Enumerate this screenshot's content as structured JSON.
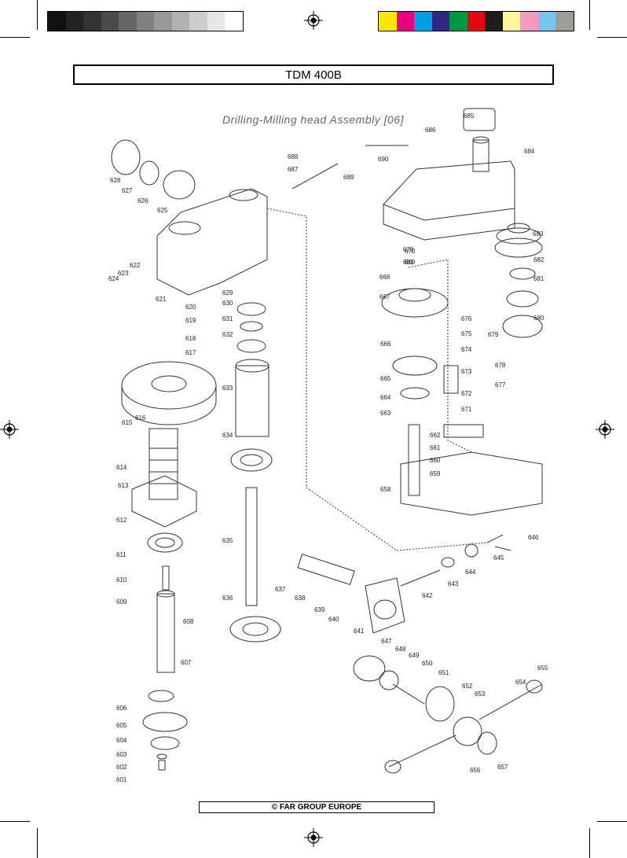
{
  "header": {
    "title": "TDM 400B"
  },
  "diagram": {
    "title": "Drilling-Milling head Assembly [06]",
    "parts": [
      {
        "label": "628"
      },
      {
        "label": "627"
      },
      {
        "label": "626"
      },
      {
        "label": "625"
      },
      {
        "label": "624"
      },
      {
        "label": "623"
      },
      {
        "label": "622"
      },
      {
        "label": "621"
      },
      {
        "label": "620"
      },
      {
        "label": "619"
      },
      {
        "label": "618"
      },
      {
        "label": "617"
      },
      {
        "label": "616"
      },
      {
        "label": "615"
      },
      {
        "label": "614"
      },
      {
        "label": "613"
      },
      {
        "label": "612"
      },
      {
        "label": "611"
      },
      {
        "label": "610"
      },
      {
        "label": "609"
      },
      {
        "label": "608"
      },
      {
        "label": "607"
      },
      {
        "label": "606"
      },
      {
        "label": "605"
      },
      {
        "label": "604"
      },
      {
        "label": "603"
      },
      {
        "label": "602"
      },
      {
        "label": "601"
      },
      {
        "label": "629"
      },
      {
        "label": "630"
      },
      {
        "label": "631"
      },
      {
        "label": "632"
      },
      {
        "label": "633"
      },
      {
        "label": "634"
      },
      {
        "label": "635"
      },
      {
        "label": "636"
      },
      {
        "label": "637"
      },
      {
        "label": "638"
      },
      {
        "label": "639"
      },
      {
        "label": "640"
      },
      {
        "label": "641"
      },
      {
        "label": "642"
      },
      {
        "label": "643"
      },
      {
        "label": "644"
      },
      {
        "label": "645"
      },
      {
        "label": "646"
      },
      {
        "label": "647"
      },
      {
        "label": "648"
      },
      {
        "label": "649"
      },
      {
        "label": "650"
      },
      {
        "label": "651"
      },
      {
        "label": "652"
      },
      {
        "label": "653"
      },
      {
        "label": "654"
      },
      {
        "label": "655"
      },
      {
        "label": "656"
      },
      {
        "label": "657"
      },
      {
        "label": "658"
      },
      {
        "label": "659"
      },
      {
        "label": "660"
      },
      {
        "label": "661"
      },
      {
        "label": "662"
      },
      {
        "label": "663"
      },
      {
        "label": "664"
      },
      {
        "label": "665"
      },
      {
        "label": "666"
      },
      {
        "label": "667"
      },
      {
        "label": "668"
      },
      {
        "label": "669"
      },
      {
        "label": "670"
      },
      {
        "label": "671"
      },
      {
        "label": "672"
      },
      {
        "label": "673"
      },
      {
        "label": "674"
      },
      {
        "label": "675"
      },
      {
        "label": "676"
      },
      {
        "label": "677"
      },
      {
        "label": "678"
      },
      {
        "label": "679"
      },
      {
        "label": "680"
      },
      {
        "label": "681"
      },
      {
        "label": "682"
      },
      {
        "label": "683"
      },
      {
        "label": "684"
      },
      {
        "label": "685"
      },
      {
        "label": "686"
      },
      {
        "label": "687"
      },
      {
        "label": "688"
      },
      {
        "label": "689"
      },
      {
        "label": "690"
      },
      {
        "label": "681"
      },
      {
        "label": "679"
      }
    ]
  },
  "footer": {
    "copyright": "© FAR GROUP EUROPE"
  },
  "swatches": {
    "grays": [
      "#111111",
      "#222222",
      "#333333",
      "#4a4a4a",
      "#666666",
      "#808080",
      "#999999",
      "#b3b3b3",
      "#cccccc",
      "#e6e6e6",
      "#ffffff"
    ],
    "colors": [
      "#ffe600",
      "#e6007e",
      "#009fe3",
      "#312783",
      "#009640",
      "#e30613",
      "#1d1d1b",
      "#fff59b",
      "#f49ac1",
      "#75c6ef",
      "#9d9d9c"
    ]
  }
}
